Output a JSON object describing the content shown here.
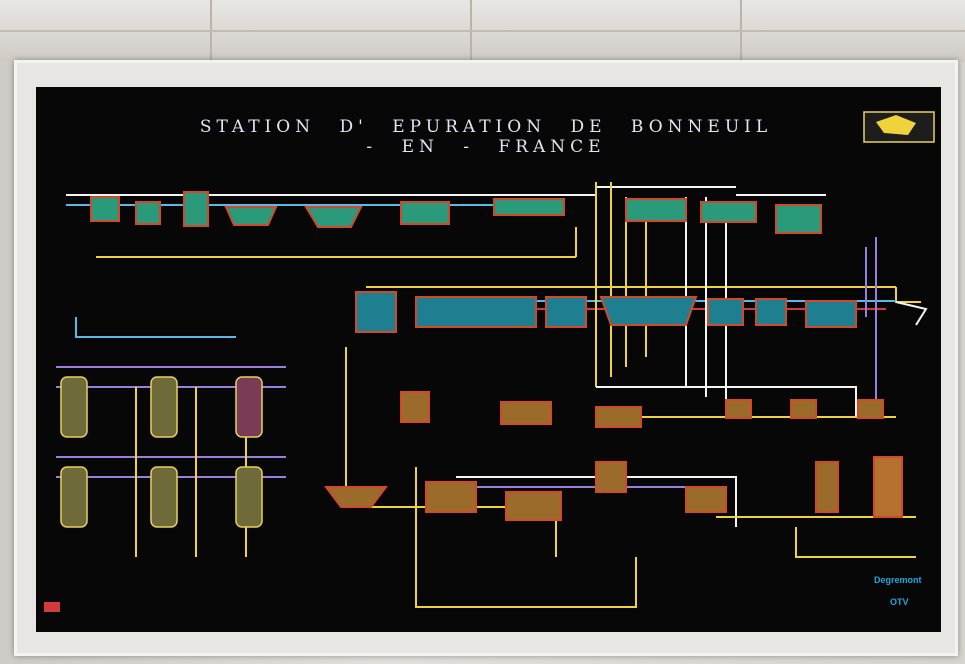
{
  "board": {
    "title": "STATION D' EPURATION DE BONNEUIL - EN - FRANCE",
    "brand_left": "Degremont",
    "brand_right": "OTV"
  },
  "colors": {
    "board_background": "#070707",
    "pipe_yellow": "#f0d23a",
    "pipe_white": "#f4f4f4",
    "pipe_blue": "#5ab8ea",
    "pipe_red": "#d23b3b",
    "pipe_violet": "#9a7fe0",
    "tank_fill": "#2a9a7a",
    "tank_outline": "#d04a2a"
  }
}
